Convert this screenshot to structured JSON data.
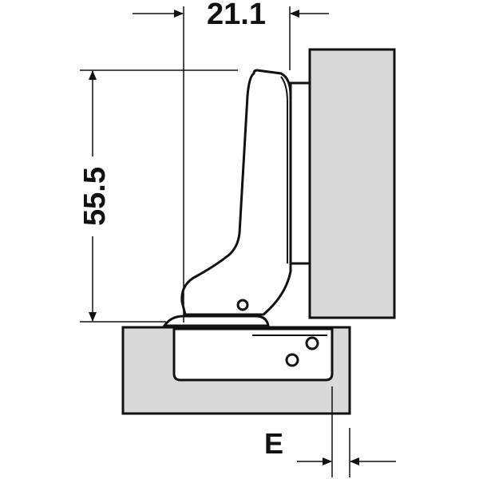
{
  "dimensions": {
    "width_label": "21.1",
    "height_label": "55.5",
    "offset_label": "E"
  },
  "colors": {
    "line": "#111111",
    "panel_fill": "#d9d9d9",
    "part_fill": "#ffffff",
    "background": "#ffffff"
  }
}
